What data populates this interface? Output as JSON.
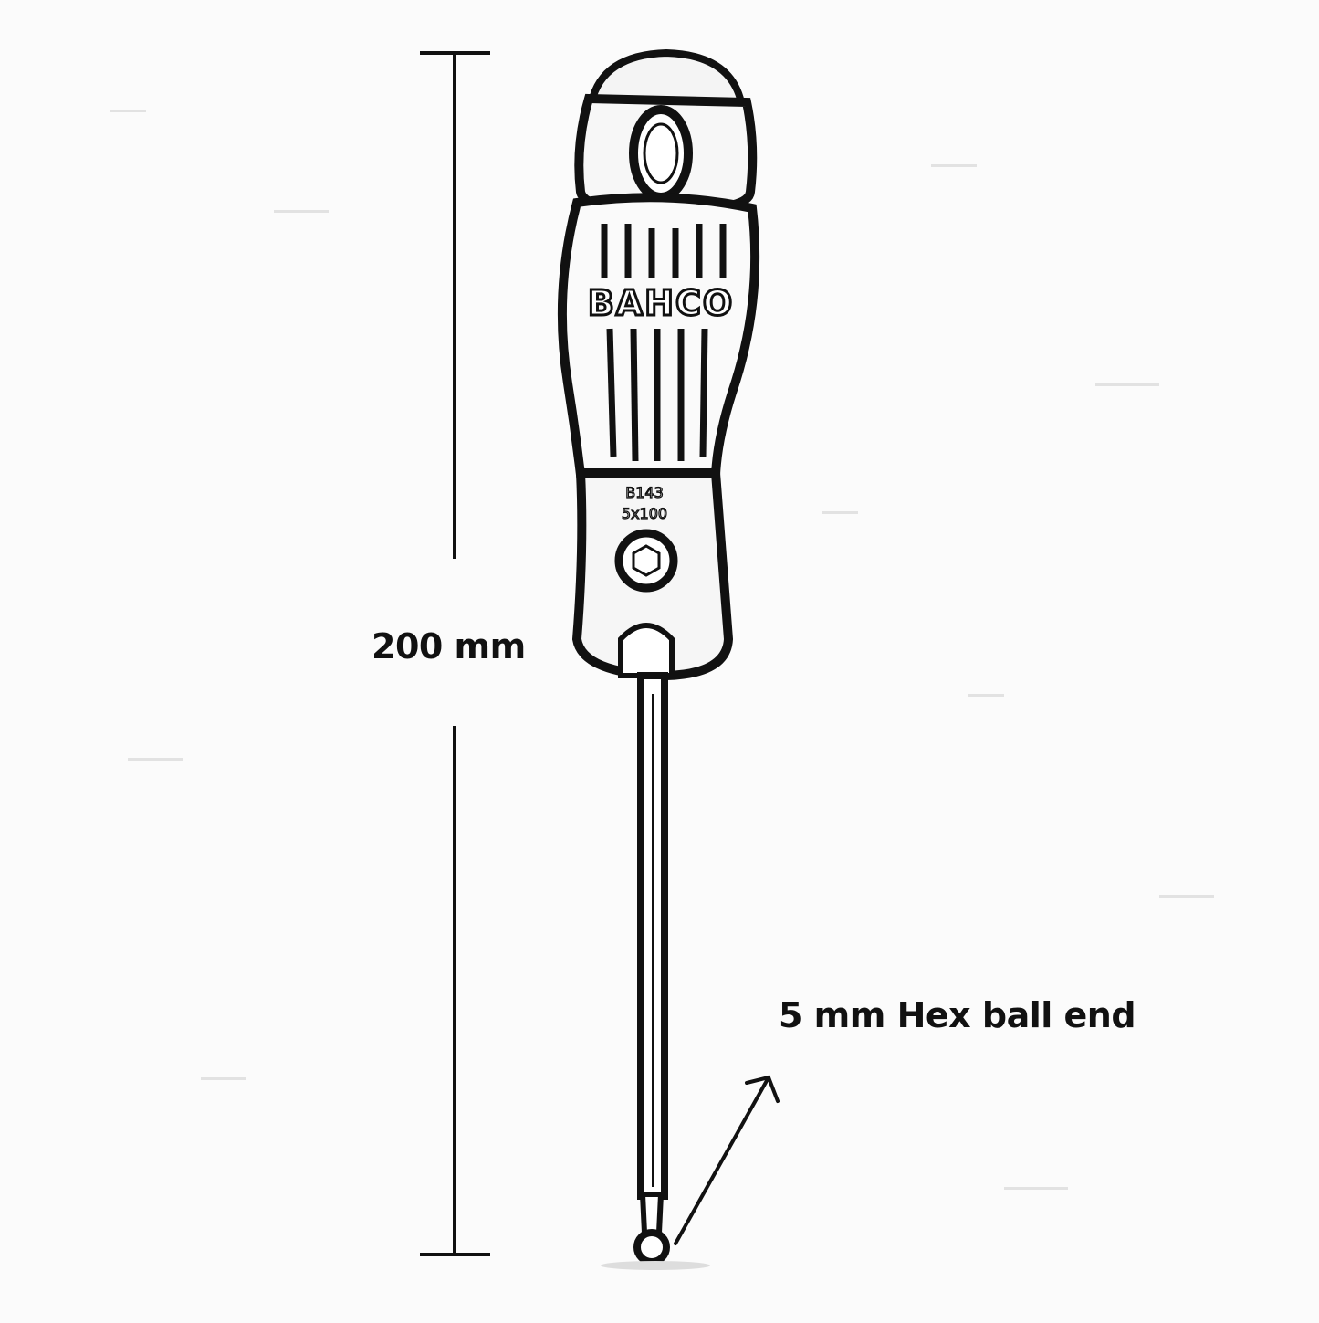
{
  "dimension": {
    "length_label": "200 mm"
  },
  "callout": {
    "tip_label": "5 mm Hex ball end"
  },
  "tool": {
    "brand": "BAHCO",
    "model": "B143",
    "size": "5x100"
  },
  "colors": {
    "ink": "#111111",
    "background": "#fbfbfb"
  }
}
